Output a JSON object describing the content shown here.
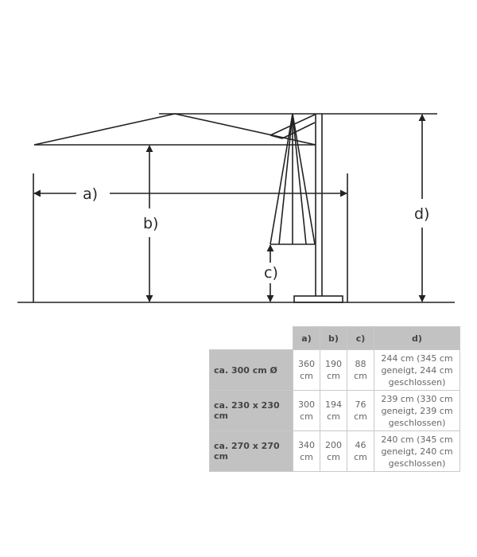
{
  "diagram": {
    "subject": "cantilever parasol dimension drawing",
    "labels": {
      "a": "a)",
      "b": "b)",
      "c": "c)",
      "d": "d)"
    },
    "line_color": "#222222"
  },
  "table": {
    "headers": [
      "",
      "a)",
      "b)",
      "c)",
      "d)"
    ],
    "rows": [
      {
        "label": "ca. 300 cm Ø",
        "a": [
          "360",
          "cm"
        ],
        "b": [
          "190",
          "cm"
        ],
        "c": [
          "88",
          "cm"
        ],
        "d": [
          "244 cm (345 cm",
          "geneigt, 244 cm",
          "geschlossen)"
        ]
      },
      {
        "label": "ca. 230 x 230 cm",
        "a": [
          "300",
          "cm"
        ],
        "b": [
          "194",
          "cm"
        ],
        "c": [
          "76",
          "cm"
        ],
        "d": [
          "239 cm (330 cm",
          "geneigt, 239 cm",
          "geschlossen)"
        ]
      },
      {
        "label": "ca. 270 x 270 cm",
        "a": [
          "340",
          "cm"
        ],
        "b": [
          "200",
          "cm"
        ],
        "c": [
          "46",
          "cm"
        ],
        "d": [
          "240 cm (345 cm",
          "geneigt, 240 cm",
          "geschlossen)"
        ]
      }
    ],
    "colors": {
      "header_bg": "#c2c2c2",
      "border": "#c9c9c9",
      "text": "#555555"
    }
  }
}
